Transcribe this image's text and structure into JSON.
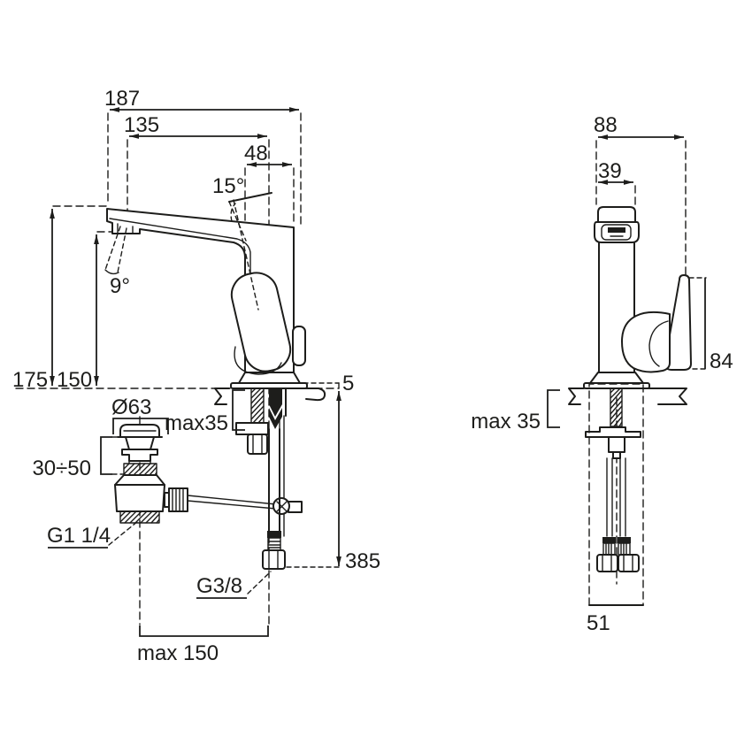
{
  "side_view": {
    "reach_total": "187",
    "reach_aerator": "135",
    "head_width": "48",
    "lever_open_angle": "15°",
    "aerator_angle": "9°",
    "height_spout_top": "175",
    "height_aerator": "150",
    "base_plate_height": "5",
    "waste_cap_diameter": "Ø63",
    "deck_thickness_max": "max35",
    "waste_deck_range": "30÷50",
    "waste_thread": "G1 1/4",
    "supply_thread": "G3/8",
    "supply_hose_drop": "385",
    "waste_offset_max": "max 150"
  },
  "front_view": {
    "width_total": "88",
    "body_width": "39",
    "lever_height": "84",
    "deck_thickness_max": "max 35",
    "hose_envelope_width": "51"
  },
  "style": {
    "ink": "#1d1d1b",
    "paper": "#ffffff"
  }
}
